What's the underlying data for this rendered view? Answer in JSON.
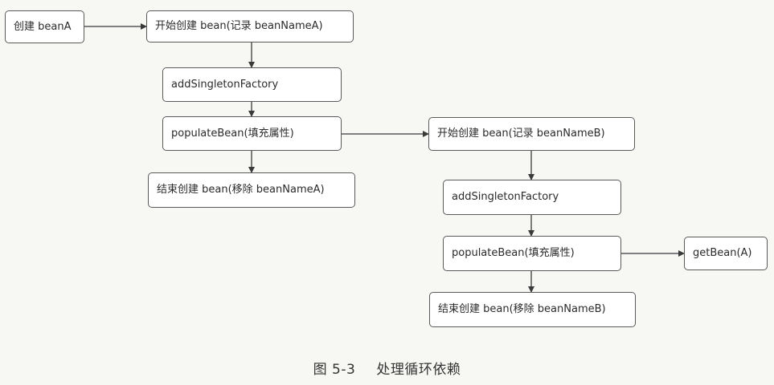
{
  "nodes": {
    "create_bean_a": "创建 beanA",
    "start_create_a": "开始创建 bean(记录 beanNameA)",
    "add_singleton_a": "addSingletonFactory",
    "populate_a": "populateBean(填充属性)",
    "end_create_a": "结束创建 bean(移除 beanNameA)",
    "start_create_b": "开始创建 bean(记录 beanNameB)",
    "add_singleton_b": "addSingletonFactory",
    "populate_b": "populateBean(填充属性)",
    "get_bean_a": "getBean(A)",
    "end_create_b": "结束创建 bean(移除 beanNameB)"
  },
  "caption": {
    "number": "图 5-3",
    "title": "处理循环依赖"
  },
  "colors": {
    "line": "#3a3a3a",
    "box_border": "#5a5a5a"
  }
}
